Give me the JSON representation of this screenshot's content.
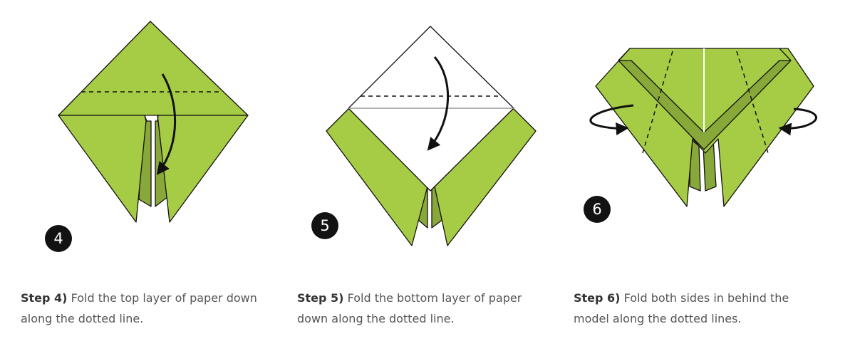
{
  "colors": {
    "paper": "#a6cc45",
    "paper_shadow": "#89a83a",
    "badge": "#121212",
    "text": "#555555",
    "heading": "#333333"
  },
  "steps": [
    {
      "number": "4",
      "label": "Step 4)",
      "text": "Fold the top layer of paper down along the dotted line."
    },
    {
      "number": "5",
      "label": "Step 5)",
      "text": "Fold the bottom layer of paper down along the dotted line."
    },
    {
      "number": "6",
      "label": "Step 6)",
      "text": "Fold both sides in behind the model along the dotted lines."
    }
  ]
}
